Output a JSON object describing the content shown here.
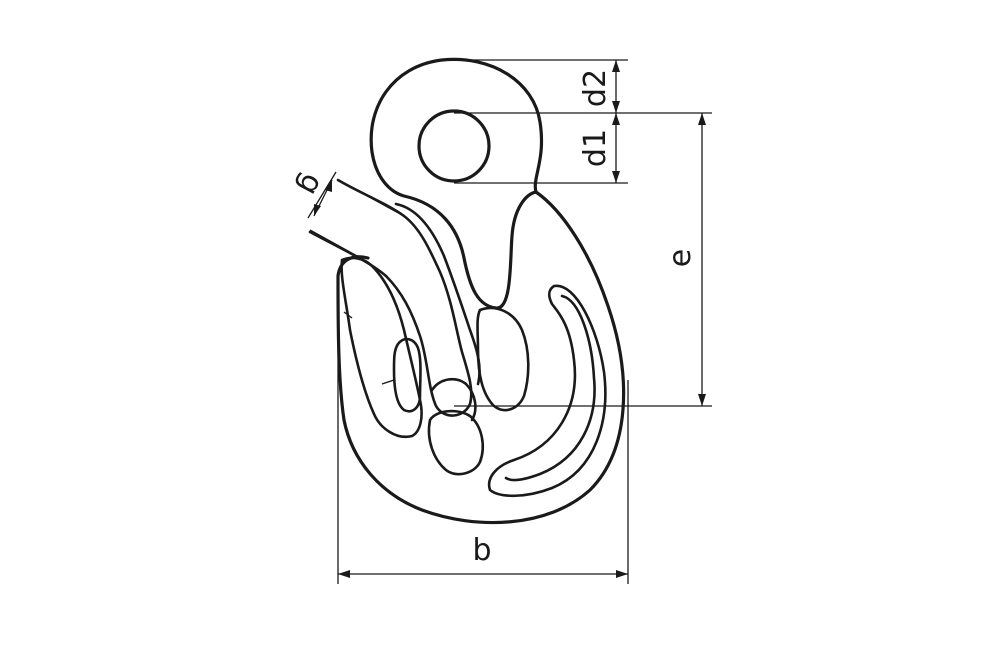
{
  "diagram": {
    "labels": {
      "d2": "d2",
      "d1": "d1",
      "e": "e",
      "g": "g",
      "b": "b"
    }
  }
}
